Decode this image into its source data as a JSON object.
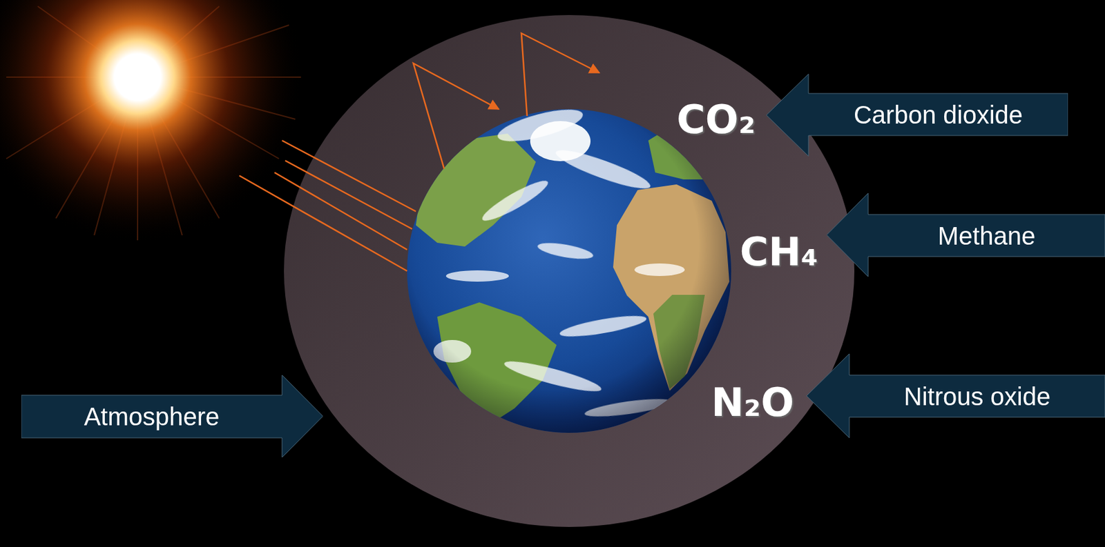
{
  "diagram": {
    "nodes": [
      {
        "text": [
          "CO₂",
          "CH₄",
          "N₂O"
        ]
      },
      {
        "text": [
          "Carbon dioxide"
        ]
      },
      {
        "text": [
          "Methane"
        ]
      },
      {
        "text": [
          "Nitrous oxide"
        ]
      },
      {
        "text": [
          "Atmosphere"
        ]
      }
    ]
  }
}
